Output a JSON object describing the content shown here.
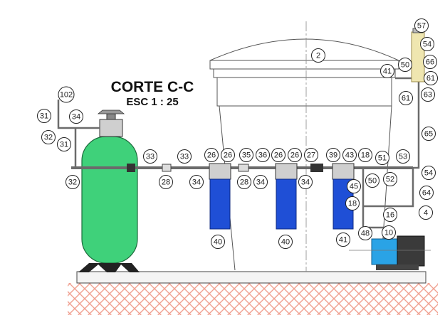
{
  "drawing": {
    "title": "CORTE C-C",
    "scale": "ESC 1 : 25"
  },
  "colors": {
    "tank_green": "#3fd17a",
    "filter_blue": "#1f4fd6",
    "motor_blue": "#2aa3e6",
    "ground_hatch": "#f0a090",
    "pipe_gray": "#6b6b6b",
    "cartridge_yellow": "#efe6b0"
  },
  "callouts": [
    {
      "id": "c-2",
      "label": "2"
    },
    {
      "id": "c-102",
      "label": "102"
    },
    {
      "id": "c-31a",
      "label": "31"
    },
    {
      "id": "c-34a",
      "label": "34"
    },
    {
      "id": "c-32a",
      "label": "32"
    },
    {
      "id": "c-31b",
      "label": "31"
    },
    {
      "id": "c-32b",
      "label": "32"
    },
    {
      "id": "c-33a",
      "label": "33"
    },
    {
      "id": "c-33b",
      "label": "33"
    },
    {
      "id": "c-28a",
      "label": "28"
    },
    {
      "id": "c-34b",
      "label": "34"
    },
    {
      "id": "c-26a",
      "label": "26"
    },
    {
      "id": "c-26b",
      "label": "26"
    },
    {
      "id": "c-35",
      "label": "35"
    },
    {
      "id": "c-36",
      "label": "36"
    },
    {
      "id": "c-28b",
      "label": "28"
    },
    {
      "id": "c-34c",
      "label": "34"
    },
    {
      "id": "c-26c",
      "label": "26"
    },
    {
      "id": "c-26d",
      "label": "26"
    },
    {
      "id": "c-27",
      "label": "27"
    },
    {
      "id": "c-34d",
      "label": "34"
    },
    {
      "id": "c-39",
      "label": "39"
    },
    {
      "id": "c-43",
      "label": "43"
    },
    {
      "id": "c-18a",
      "label": "18"
    },
    {
      "id": "c-51",
      "label": "51"
    },
    {
      "id": "c-53",
      "label": "53"
    },
    {
      "id": "c-45",
      "label": "45"
    },
    {
      "id": "c-50a",
      "label": "50"
    },
    {
      "id": "c-52",
      "label": "52"
    },
    {
      "id": "c-54a",
      "label": "54"
    },
    {
      "id": "c-18b",
      "label": "18"
    },
    {
      "id": "c-64",
      "label": "64"
    },
    {
      "id": "c-4",
      "label": "4"
    },
    {
      "id": "c-16",
      "label": "16"
    },
    {
      "id": "c-48",
      "label": "48"
    },
    {
      "id": "c-10",
      "label": "10"
    },
    {
      "id": "c-40a",
      "label": "40"
    },
    {
      "id": "c-40b",
      "label": "40"
    },
    {
      "id": "c-41a",
      "label": "41"
    },
    {
      "id": "c-65",
      "label": "65"
    },
    {
      "id": "c-57",
      "label": "57"
    },
    {
      "id": "c-54b",
      "label": "54"
    },
    {
      "id": "c-66",
      "label": "66"
    },
    {
      "id": "c-41b",
      "label": "41"
    },
    {
      "id": "c-50b",
      "label": "50"
    },
    {
      "id": "c-61a",
      "label": "61"
    },
    {
      "id": "c-61b",
      "label": "61"
    },
    {
      "id": "c-63",
      "label": "63"
    }
  ]
}
